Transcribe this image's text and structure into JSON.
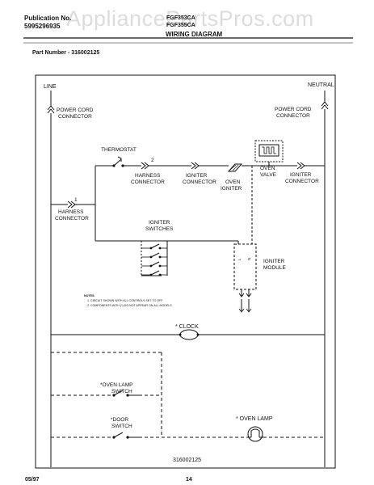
{
  "header": {
    "publication_label": "Publication No.",
    "publication_number": "5995296935",
    "models": [
      "FGF353CA",
      "FGF355CA"
    ],
    "title": "WIRING DIAGRAM",
    "watermark": "AppliancePartsPros.com",
    "part_number_text": "Part Number - 316002125"
  },
  "diagram": {
    "line": "LINE",
    "neutral": "NEUTRAL",
    "power_cord_connector_left": [
      "POWER CORD",
      "CONNECTOR"
    ],
    "power_cord_connector_right": [
      "POWER CORD",
      "CONNECTOR"
    ],
    "thermostat": "THERMOSTAT",
    "harness_connector_top": [
      "HARNESS",
      "CONNECTOR"
    ],
    "igniter_connector_a": [
      "IGNITER",
      "CONNECTOR"
    ],
    "oven_igniter": [
      "OVEN",
      "IGNITER"
    ],
    "oven_valve": [
      "OVEN",
      "VALVE"
    ],
    "igniter_connector_b": [
      "IGNITER",
      "CONNECTOR"
    ],
    "harness_connector_left": [
      "HARNESS",
      "CONNECTOR"
    ],
    "igniter_switches": [
      "IGNITER",
      "SWITCHES"
    ],
    "igniter_module": [
      "IGNITER",
      "MODULE"
    ],
    "pin_1": "1",
    "pin_2": "2",
    "notes_title": "NOTES:",
    "notes": [
      "1. CIRCUIT SHOWN WITH ALL CONTROLS SET TO OFF.",
      "2. COMPONENTS WITH (*) DO NOT APPEAR ON ALL MODELS."
    ],
    "clock": "* CLOCK",
    "oven_lamp_switch": [
      "*OVEN LAMP",
      "SWITCH"
    ],
    "door_switch": [
      "*DOOR",
      "SWITCH"
    ],
    "oven_lamp": "* OVEN LAMP",
    "drawing_number": "316002125"
  },
  "footer": {
    "date": "05/97",
    "page": "14"
  }
}
